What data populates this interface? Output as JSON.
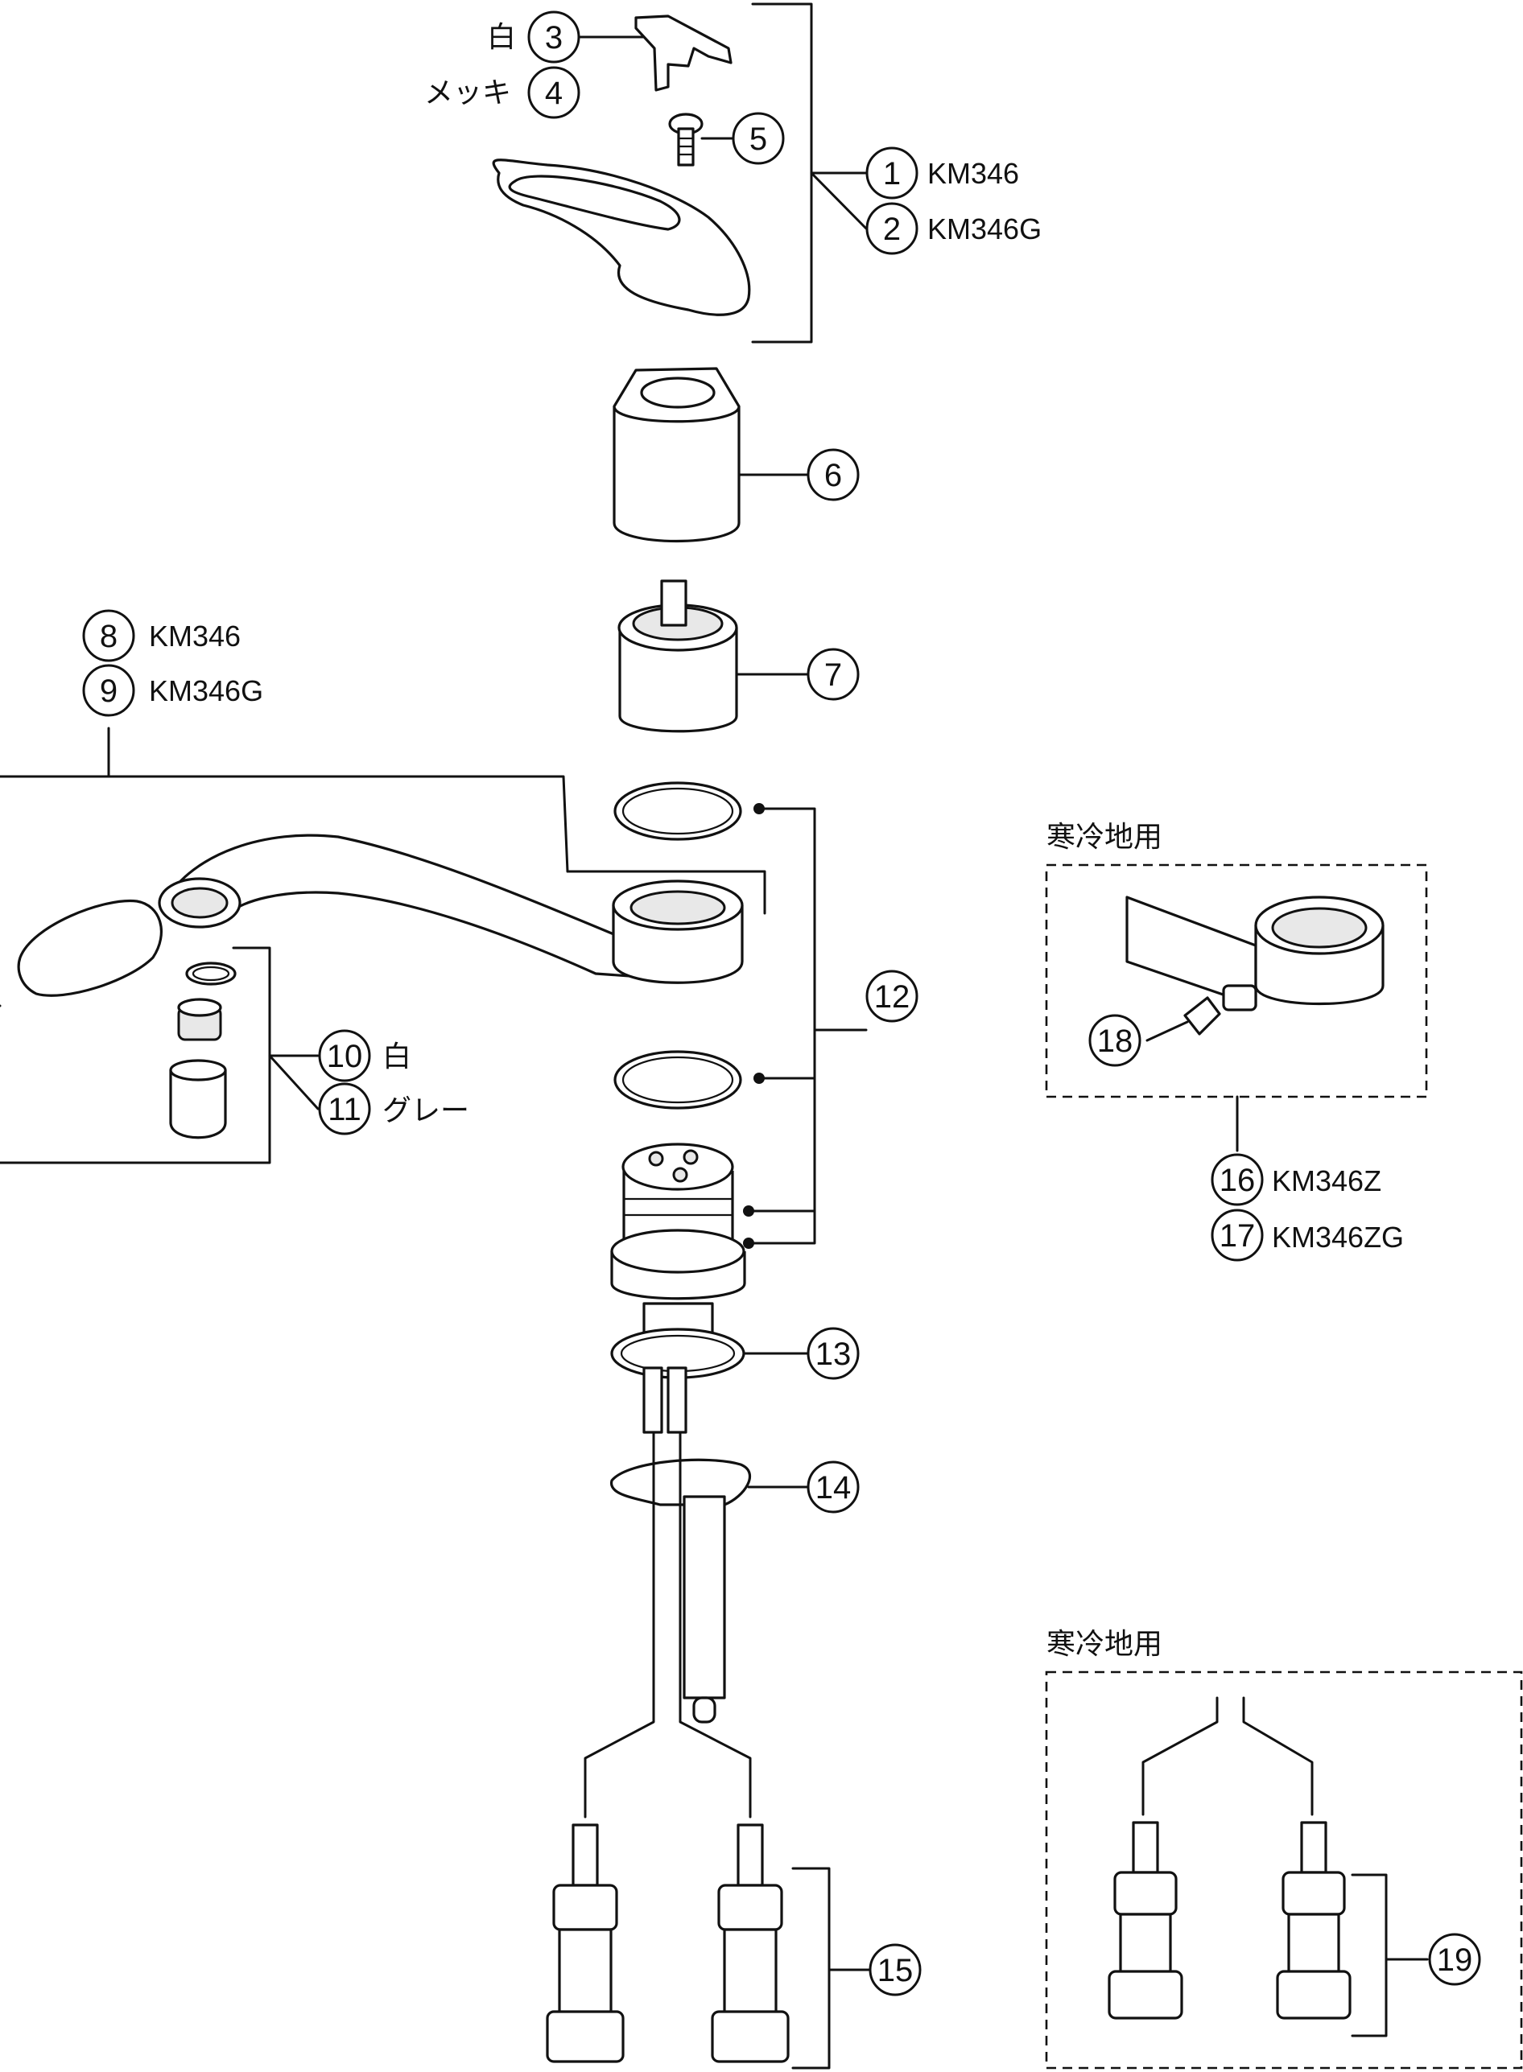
{
  "callouts": [
    {
      "num": "1",
      "label": "KM346"
    },
    {
      "num": "2",
      "label": "KM346G"
    },
    {
      "num": "3",
      "label": "白"
    },
    {
      "num": "4",
      "label": "メッキ"
    },
    {
      "num": "5",
      "label": ""
    },
    {
      "num": "6",
      "label": ""
    },
    {
      "num": "7",
      "label": ""
    },
    {
      "num": "8",
      "label": "KM346"
    },
    {
      "num": "9",
      "label": "KM346G"
    },
    {
      "num": "10",
      "label": "白"
    },
    {
      "num": "11",
      "label": "グレー"
    },
    {
      "num": "12",
      "label": ""
    },
    {
      "num": "13",
      "label": ""
    },
    {
      "num": "14",
      "label": ""
    },
    {
      "num": "15",
      "label": ""
    },
    {
      "num": "16",
      "label": "KM346Z"
    },
    {
      "num": "17",
      "label": "KM346ZG"
    },
    {
      "num": "18",
      "label": ""
    },
    {
      "num": "19",
      "label": ""
    }
  ],
  "boxes": {
    "cold_region_top": "寒冷地用",
    "cold_region_bottom": "寒冷地用"
  }
}
